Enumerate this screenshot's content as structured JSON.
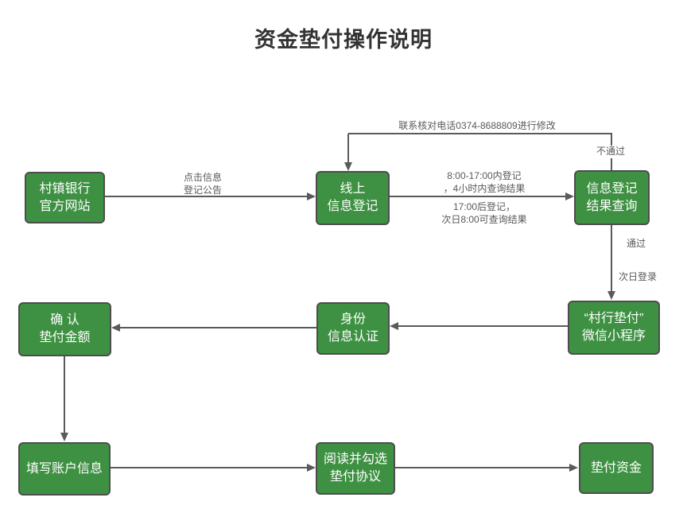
{
  "title": "资金垫付操作说明",
  "colors": {
    "box_fill": "#3e9142",
    "box_border": "#4d4d4d",
    "box_text": "#ffffff",
    "line": "#5a5a5a",
    "label_text": "#595959",
    "title_text": "#333333",
    "background": "#ffffff"
  },
  "flow": {
    "steps": {
      "bank_website": "村镇银行\n官方网站",
      "online_registration": "线上\n信息登记",
      "result_query": "信息登记\n结果查询",
      "wechat_miniprogram": "“村行垫付”\n微信小程序",
      "identity_verification": "身份\n信息认证",
      "confirm_amount": "确 认\n垫付金额",
      "fill_account": "填写账户信息",
      "read_agreement": "阅读并勾选\n垫付协议",
      "advance_funds": "垫付资金"
    },
    "labels": {
      "click_notice": "点击信息\n登记公告",
      "daytime_register": "8:00-17:00内登记\n，4小时内查询结果",
      "evening_register": "17:00后登记，\n次日8:00可查询结果",
      "modify_contact": "联系核对电话0374-8688809进行修改",
      "not_passed": "不通过",
      "passed": "通过",
      "next_day_login": "次日登录"
    }
  }
}
